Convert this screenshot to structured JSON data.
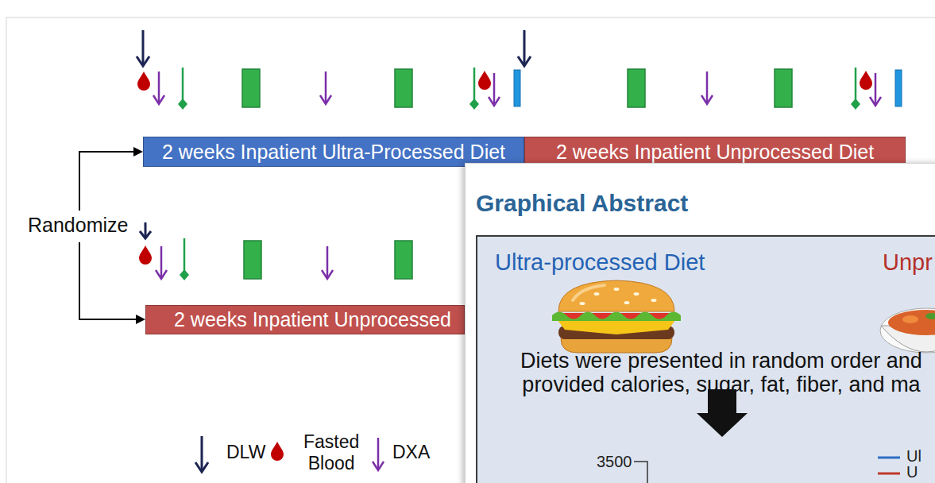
{
  "diagram": {
    "nodes": [
      {
        "text": [
          "2 weeks Inpatient Ultra-Processed Diet"
        ]
      },
      {
        "text": [
          "2 weeks Inpatient Unprocessed Diet"
        ]
      },
      {
        "text": [
          "2 weeks Inpatient Unprocessed"
        ]
      },
      {
        "text": [
          "Graphical Abstract"
        ]
      },
      {
        "text": [
          "Ultra-processed Diet",
          "Unpr",
          "Diets were presented in random order and provided calories, sugar, fat, fiber, and ma",
          "3500",
          "Ul",
          "U"
        ],
        "in": 3
      }
    ],
    "labels": [
      "Randomize"
    ],
    "legend": [
      {
        "text": "DLW"
      },
      {
        "text": "Fasted Blood"
      },
      {
        "text": "DXA"
      }
    ]
  }
}
